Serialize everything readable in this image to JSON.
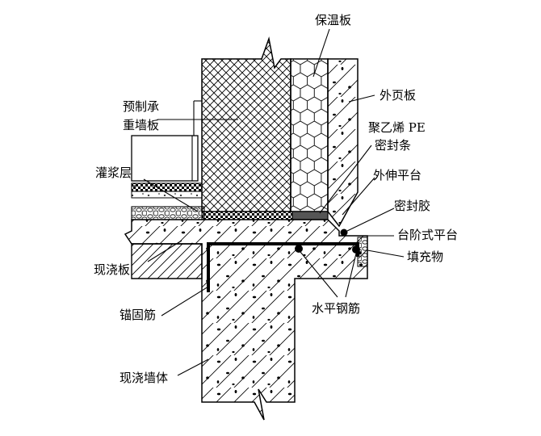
{
  "labels": {
    "insulation_board": "保温板",
    "precast_wall_1": "预制承",
    "precast_wall_2": "重墙板",
    "outer_leaf": "外页板",
    "pe_strip_1": "聚乙烯 PE",
    "pe_strip_2": "密封条",
    "grout_layer": "灌浆层",
    "extended_platform": "外伸平台",
    "sealant": "密封胶",
    "cast_slab": "现浇板",
    "stepped_platform": "台阶式平台",
    "filler": "填充物",
    "anchor_bar": "锚固筋",
    "horizontal_bar": "水平钢筋",
    "cast_wall": "现浇墙体"
  },
  "colors": {
    "line": "#000000",
    "background": "#ffffff",
    "seal": "#555555"
  }
}
